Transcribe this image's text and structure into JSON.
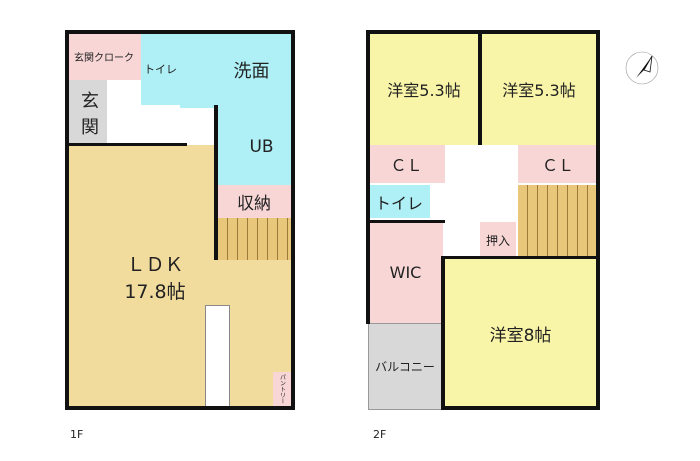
{
  "floor1": {
    "label": "1F",
    "rooms": {
      "genkan_cloak": "玄関クローク",
      "toilet": "トイレ",
      "senmen": "洗面",
      "genkan": "玄関",
      "ub": "UB",
      "storage": "収納",
      "ldk": "ＬＤＫ",
      "ldk_size": "17.8帖",
      "pantry": "パントリー"
    }
  },
  "floor2": {
    "label": "2F",
    "rooms": {
      "western_left": "洋室5.3帖",
      "western_right": "洋室5.3帖",
      "cl_left": "ＣＬ",
      "cl_right": "ＣＬ",
      "toilet": "トイレ",
      "oshiire": "押入",
      "wic": "WIC",
      "western_8": "洋室8帖",
      "balcony": "バルコニー"
    }
  },
  "colors": {
    "bedroom": "#f9f5a8",
    "closet": "#f8d6d6",
    "water": "#aef0f6",
    "ldk": "#f1dc9e",
    "entry": "#d8d8d8"
  },
  "compass": "north-arrow-icon"
}
